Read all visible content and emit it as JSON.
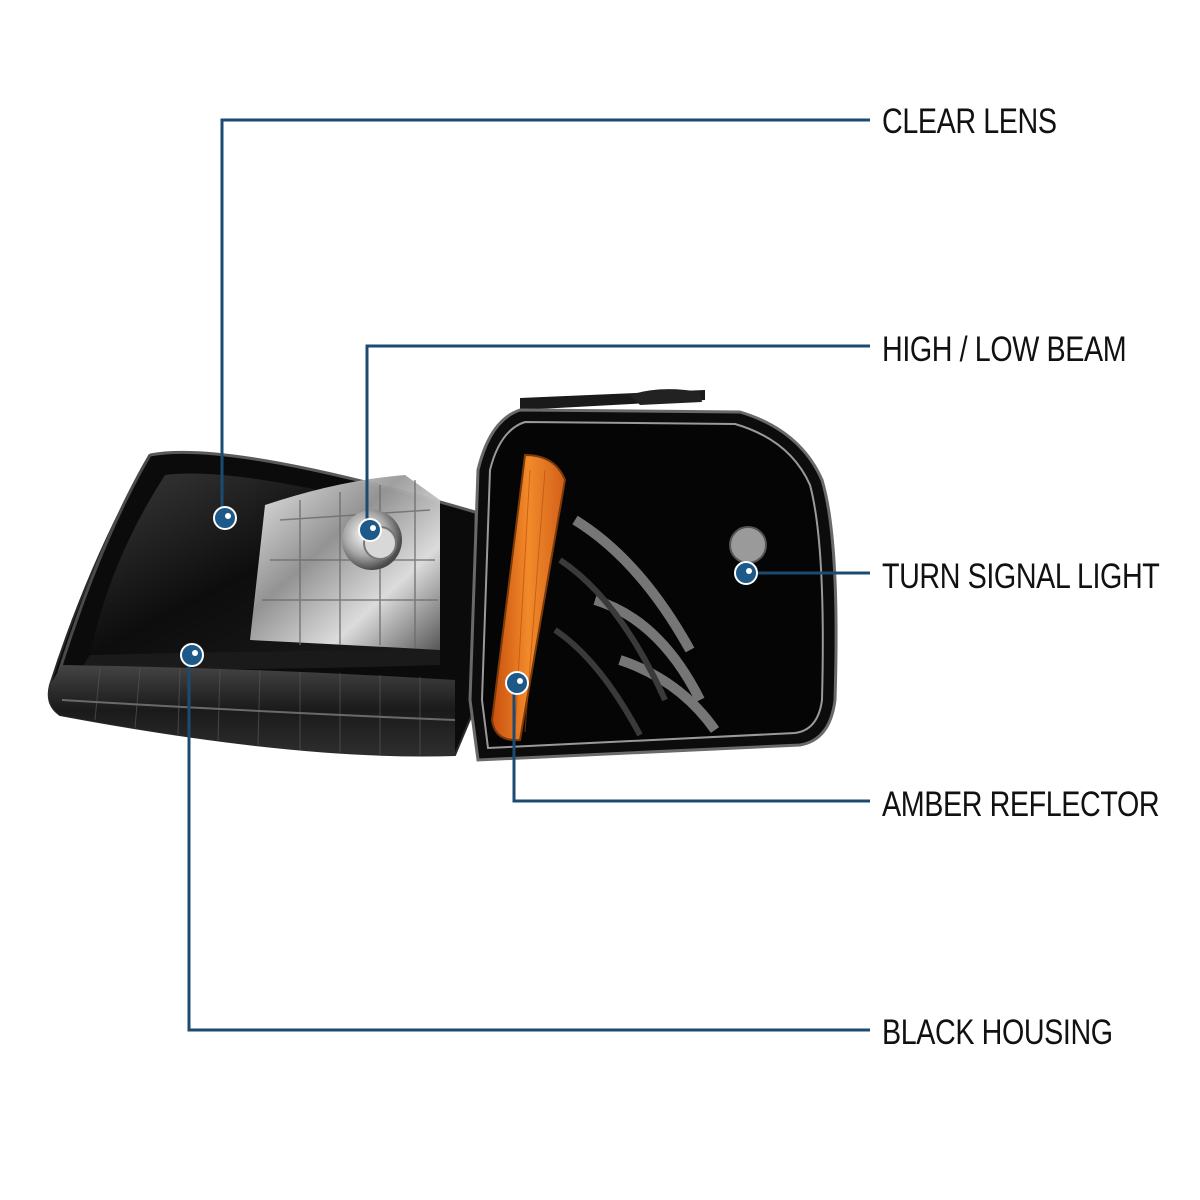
{
  "callouts": [
    {
      "id": "clear-lens",
      "label": "CLEAR LENS"
    },
    {
      "id": "high-low-beam",
      "label": "HIGH / LOW BEAM"
    },
    {
      "id": "turn-signal-light",
      "label": "TURN SIGNAL LIGHT"
    },
    {
      "id": "amber-reflector",
      "label": "AMBER REFLECTOR"
    },
    {
      "id": "black-housing",
      "label": "BLACK HOUSING"
    }
  ],
  "colors": {
    "leader_line": "#1d4a73",
    "marker_dot": "#1d5a8a",
    "housing": "#0c0c0c",
    "amber": "#e8731c",
    "chrome": "#c8c8c8"
  }
}
